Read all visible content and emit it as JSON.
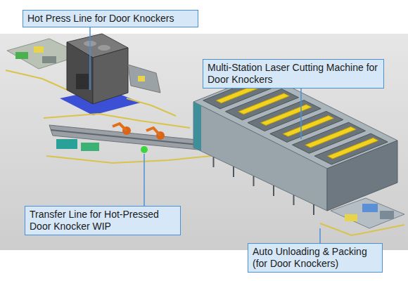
{
  "diagram": {
    "nodes": [
      {
        "text": [
          "Hot Press Line for Door Knockers"
        ]
      },
      {
        "text": [
          "Multi-Station Laser Cutting Machine for Door Knockers"
        ]
      },
      {
        "text": [
          "Transfer Line for Hot-Pressed Door Knocker WIP"
        ]
      },
      {
        "text": [
          "Auto Unloading & Packing (for Door Knockers)"
        ]
      }
    ]
  }
}
